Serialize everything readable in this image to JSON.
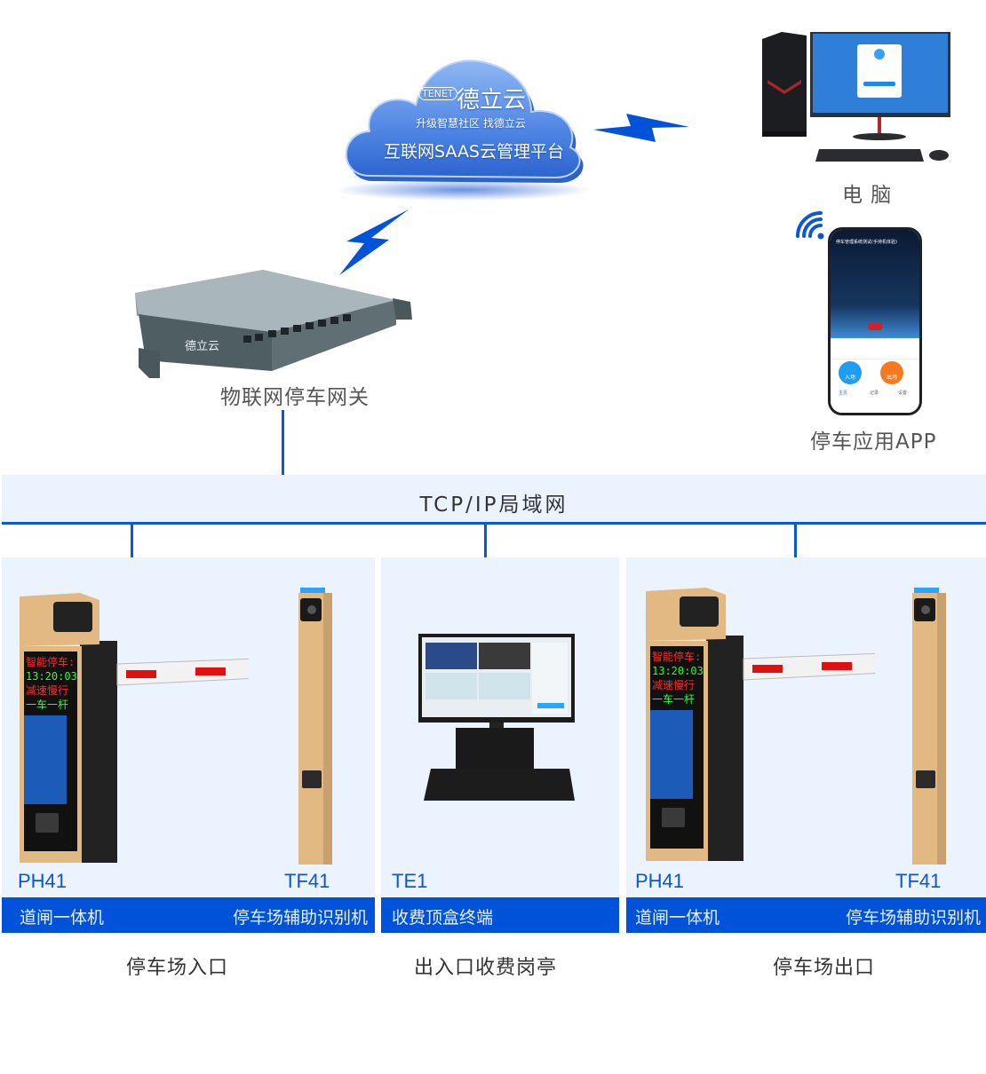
{
  "cloud": {
    "brand": "德立云",
    "logo_text": "TENET",
    "slogan": "升级智慧社区 找德立云",
    "platform": "互联网SAAS云管理平台"
  },
  "gateway": {
    "label": "物联网停车网关",
    "brand": "德立云"
  },
  "computer": {
    "label": "电 脑"
  },
  "phone": {
    "label": "停车应用APP",
    "app_title": "停车管理系统测试(手持机体验)",
    "btn_in": "入场",
    "btn_out": "出场",
    "nav": [
      "主页",
      "记录",
      "设置"
    ]
  },
  "network": {
    "label": "TCP/IP局域网"
  },
  "zones": [
    {
      "caption": "停车场入口",
      "models": [
        "PH41",
        "TF41"
      ],
      "descriptions": [
        "道闸一体机",
        "停车场辅助识别机"
      ],
      "led_lines": [
        "智能停车:",
        "13:20:03",
        "减速慢行",
        "一车一杆"
      ]
    },
    {
      "caption": "出入口收费岗亭",
      "models": [
        "TE1"
      ],
      "descriptions": [
        "收费顶盒终端"
      ]
    },
    {
      "caption": "停车场出口",
      "models": [
        "PH41",
        "TF41"
      ],
      "descriptions": [
        "道闸一体机",
        "停车场辅助识别机"
      ],
      "led_lines": [
        "智能停车:",
        "13:20:03",
        "减速慢行",
        "一车一杆"
      ]
    }
  ],
  "colors": {
    "accent_blue": "#0052d9",
    "panel_bg": "#ebf3fe",
    "gold": "#e3b983"
  }
}
